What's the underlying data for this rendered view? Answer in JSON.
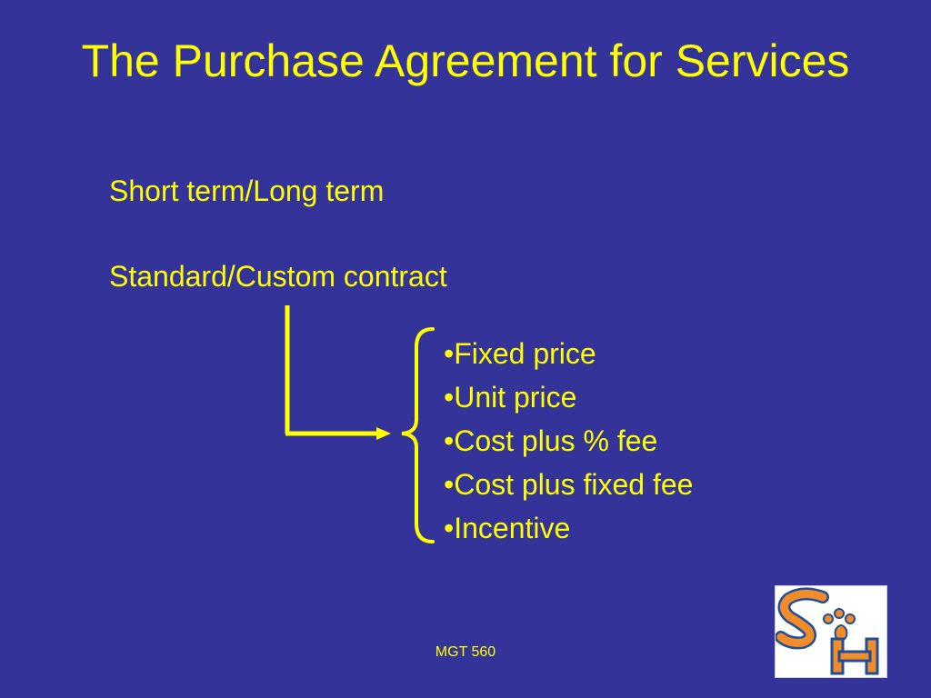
{
  "slide": {
    "title": "The Purchase Agreement for Services",
    "lines": [
      "Short term/Long term",
      "Standard/Custom contract"
    ],
    "bullets": [
      "•Fixed price",
      "•Unit price",
      "•Cost plus % fee",
      "•Cost plus fixed fee",
      "•Incentive"
    ],
    "footer": "MGT 560",
    "logo_letters": "SH"
  },
  "colors": {
    "background": "#333399",
    "text": "#FFFF00",
    "logo_orange": "#F28C28",
    "logo_blue": "#1F4E9B"
  },
  "icons": {
    "logo": "sam-houston-sh-logo-icon",
    "arrow": "right-arrow-icon",
    "brace": "left-curly-brace-icon"
  }
}
